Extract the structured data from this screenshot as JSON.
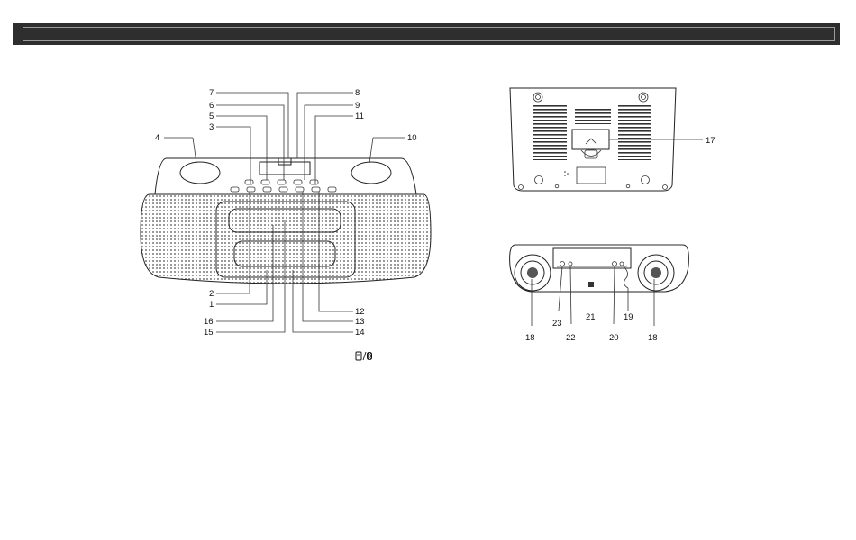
{
  "front_callouts": [
    {
      "id": "c7",
      "label": "7"
    },
    {
      "id": "c8",
      "label": "8"
    },
    {
      "id": "c6",
      "label": "6"
    },
    {
      "id": "c9",
      "label": "9"
    },
    {
      "id": "c5",
      "label": "5"
    },
    {
      "id": "c11",
      "label": "11"
    },
    {
      "id": "c3",
      "label": "3"
    },
    {
      "id": "c4",
      "label": "4"
    },
    {
      "id": "c10",
      "label": "10"
    },
    {
      "id": "c2",
      "label": "2"
    },
    {
      "id": "c1",
      "label": "1"
    },
    {
      "id": "c12",
      "label": "12"
    },
    {
      "id": "c16",
      "label": "16"
    },
    {
      "id": "c13",
      "label": "13"
    },
    {
      "id": "c15",
      "label": "15"
    },
    {
      "id": "c14",
      "label": "14"
    }
  ],
  "back_callouts": [
    {
      "id": "c17",
      "label": "17"
    }
  ],
  "side_callouts": [
    {
      "id": "c18a",
      "label": "18"
    },
    {
      "id": "c23",
      "label": "23"
    },
    {
      "id": "c22",
      "label": "22"
    },
    {
      "id": "c21",
      "label": "21"
    },
    {
      "id": "c20",
      "label": "20"
    },
    {
      "id": "c19",
      "label": "19"
    },
    {
      "id": "c18b",
      "label": "18"
    }
  ],
  "icons": {
    "device_mode": "ipod-bluetooth-icon"
  },
  "colors": {
    "header": "#2e2e2e",
    "line": "#222222"
  }
}
